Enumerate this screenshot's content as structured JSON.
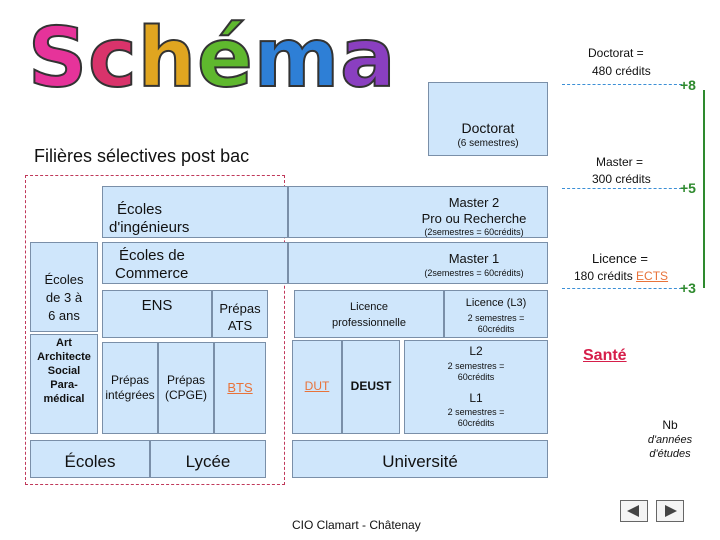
{
  "logo": {
    "title": "Schéma"
  },
  "heading": "Filières sélectives post bac",
  "right_labels": {
    "doctorat_line1": "Doctorat =",
    "doctorat_line2": "480 crédits",
    "plus8": "+8",
    "master_line1": "Master =",
    "master_line2": "300 crédits",
    "plus5": "+5",
    "licence_line1": "Licence =",
    "licence_line2_prefix": "180 crédits ",
    "licence_line2_ects": "ECTS",
    "plus3": "+3",
    "sante": "Santé",
    "nb_line1": "Nb",
    "nb_line2": "d'années",
    "nb_line3": "d'études"
  },
  "university": {
    "doctorat": "Doctorat",
    "doctorat_sub": "(6 semestres)",
    "master2_line1": "Master 2",
    "master2_line2": "Pro ou Recherche",
    "master2_sub": "(2semestres = 60crédits)",
    "master1": "Master 1",
    "master1_sub": "(2semestres = 60crédits)",
    "licence_pro_line1": "Licence",
    "licence_pro_line2": "professionnelle",
    "l3": "Licence (L3)",
    "l3_sub_line1": "2 semestres =",
    "l3_sub_line2": "60crédits",
    "l2": "L2",
    "l2_sub_line1": "2 semestres =",
    "l2_sub_line2": "60crédits",
    "l1": "L1",
    "l1_sub_line1": "2 semestres =",
    "l1_sub_line2": "60crédits",
    "dut": "DUT",
    "deust": "DEUST",
    "footer": "Université"
  },
  "schools": {
    "ecoles_ingenieurs_line1": "Écoles",
    "ecoles_ingenieurs_line2": "d'ingénieurs",
    "ecoles_commerce_line1": "Écoles de",
    "ecoles_commerce_line2": "Commerce",
    "ens": "ENS",
    "ecoles_3ans_line1": "Écoles",
    "ecoles_3ans_line2": "de 3 à",
    "ecoles_3ans_line3": "6 ans",
    "art_lines": [
      "Art",
      "Architecte",
      "Social",
      "Para-",
      "médical"
    ],
    "prepas_integrees_line1": "Prépas",
    "prepas_integrees_line2": "intégrées",
    "prepas_cpge_line1": "Prépas",
    "prepas_cpge_line2": "(CPGE)",
    "prepas_ats_line1": "Prépas",
    "prepas_ats_line2": "ATS",
    "bts": "BTS",
    "footer_ecoles": "Écoles",
    "footer_lycee": "Lycée"
  },
  "footer_credit": "CIO Clamart - Châtenay",
  "colors": {
    "box": "#cfe6fb",
    "green": "#2e8a2e",
    "orange": "#e8733a",
    "red": "#d61e4a",
    "dash": "#3b8fd6"
  }
}
